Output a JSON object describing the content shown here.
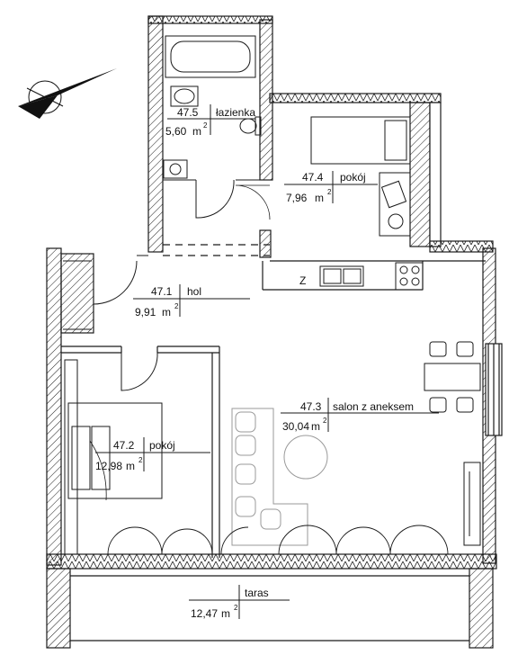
{
  "rooms": [
    {
      "id": "47.5",
      "name": "łazienka",
      "area": "5,60",
      "unit": "m",
      "sup": "2"
    },
    {
      "id": "47.4",
      "name": "pokój",
      "area": "7,96",
      "unit": "m",
      "sup": "2"
    },
    {
      "id": "47.1",
      "name": "hol",
      "area": "9,91",
      "unit": "m",
      "sup": "2"
    },
    {
      "id": "47.3",
      "name": "salon z aneksem",
      "area": "30,04",
      "unit": "m",
      "sup": "2"
    },
    {
      "id": "47.2",
      "name": "pokój",
      "area": "12,98",
      "unit": "m",
      "sup": "2"
    },
    {
      "id": "",
      "name": "taras",
      "area": "12,47",
      "unit": "m",
      "sup": "2"
    }
  ],
  "kitchen_marker": "Z",
  "colors": {
    "line": "#1a1a1a",
    "wall_fill": "#ffffff",
    "hatch": "#1a1a1a",
    "compass": "#111111"
  }
}
